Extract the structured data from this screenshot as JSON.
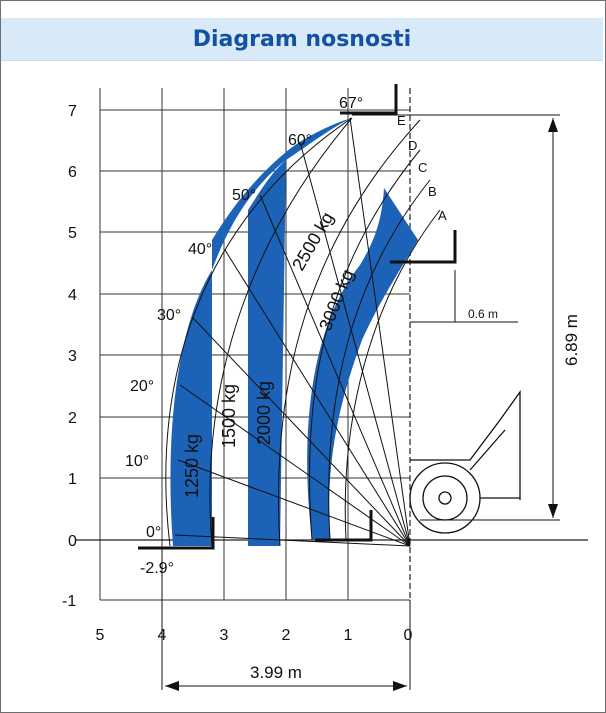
{
  "title": "Diagram nosnosti",
  "axis": {
    "y_ticks": [
      "7",
      "6",
      "5",
      "4",
      "3",
      "2",
      "1",
      "0",
      "-1"
    ],
    "x_ticks": [
      "5",
      "4",
      "3",
      "2",
      "1",
      "0"
    ]
  },
  "angles": [
    "67°",
    "60°",
    "50°",
    "40°",
    "30°",
    "20°",
    "10°",
    "0°",
    "-2.9°"
  ],
  "extension_letters": [
    "E",
    "D",
    "C",
    "B",
    "A"
  ],
  "load_zones": [
    "1250 kg",
    "1500 kg",
    "2000 kg",
    "2500 kg",
    "3000 kg"
  ],
  "dimensions": {
    "max_height": "6.89 m",
    "max_reach": "3.99 m",
    "fork_offset": "0.6 m"
  },
  "colors": {
    "zone_fill": "#1c63b8",
    "header_bg": "#d8e9f7",
    "title": "#1450a3"
  }
}
